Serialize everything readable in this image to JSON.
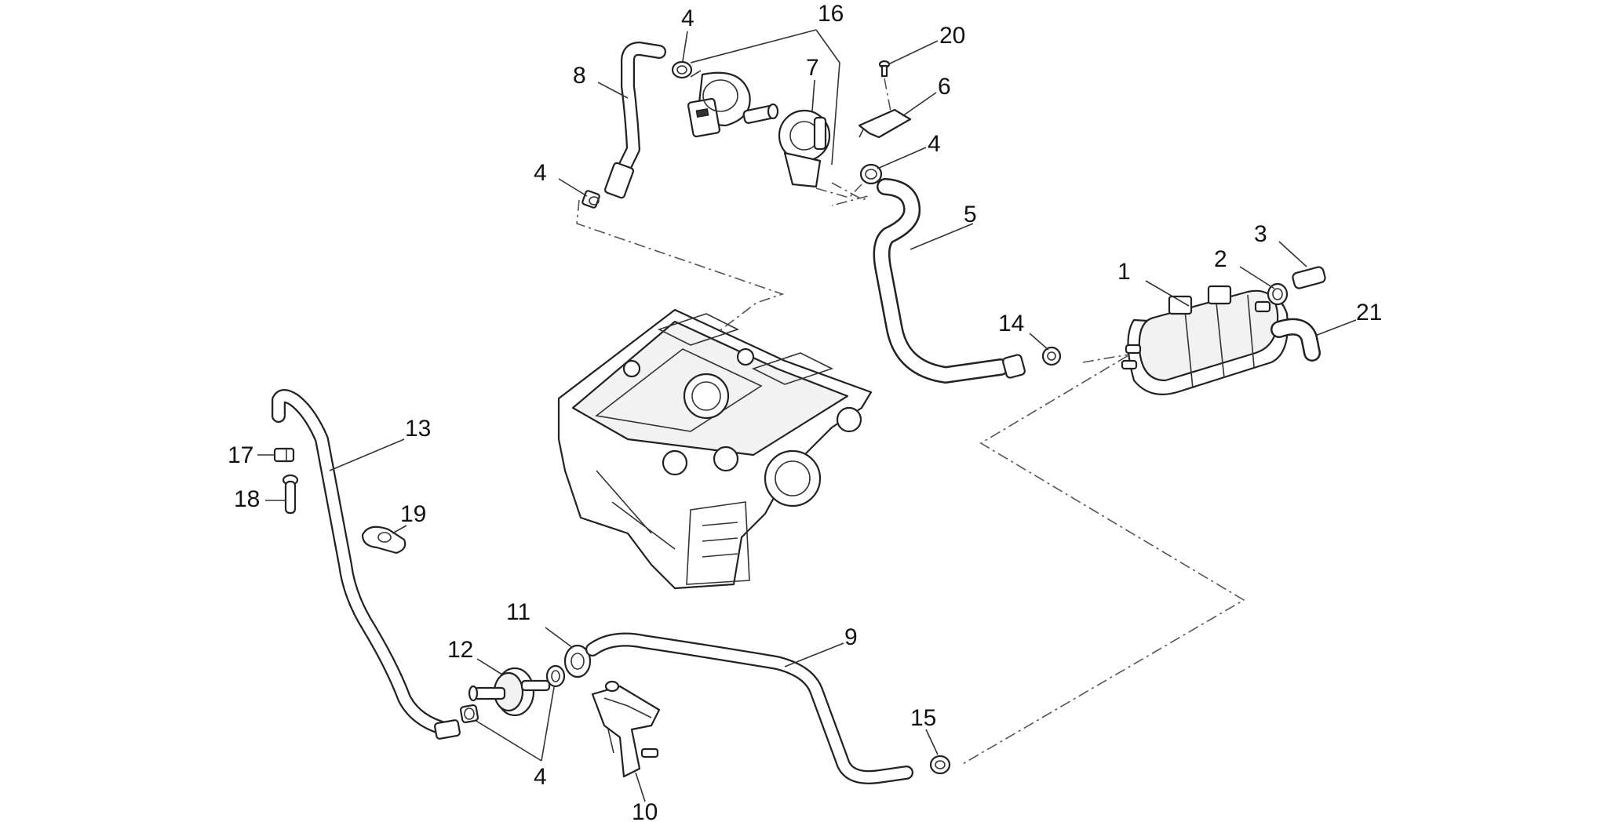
{
  "callouts": {
    "n1": "1",
    "n2": "2",
    "n3": "3",
    "n4a": "4",
    "n4b": "4",
    "n4c": "4",
    "n4d": "4",
    "n5": "5",
    "n6": "6",
    "n7": "7",
    "n8": "8",
    "n9": "9",
    "n10": "10",
    "n11": "11",
    "n12": "12",
    "n13": "13",
    "n14": "14",
    "n15": "15",
    "n16": "16",
    "n17": "17",
    "n18": "18",
    "n19": "19",
    "n20": "20",
    "n21": "21"
  },
  "colors": {
    "line": "#222222",
    "background": "#ffffff"
  }
}
